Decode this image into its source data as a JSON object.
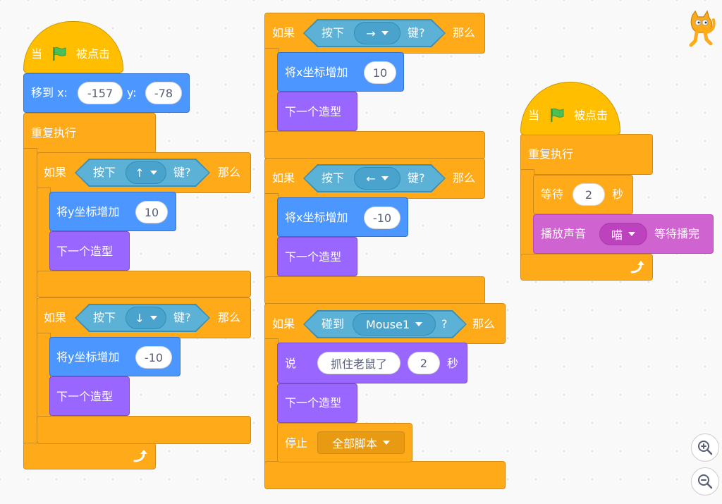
{
  "stack1": {
    "hat": {
      "when": "当",
      "clicked": "被点击"
    },
    "goto": {
      "label": "移到 x:",
      "x": "-157",
      "ylabel": "y:",
      "y": "-78"
    },
    "forever": "重复执行",
    "if1": {
      "if": "如果",
      "press": "按下",
      "key": "↑",
      "key_suffix": "键?",
      "then": "那么",
      "change": "将y坐标增加",
      "value": "10",
      "next": "下一个造型"
    },
    "if2": {
      "if": "如果",
      "press": "按下",
      "key": "↓",
      "key_suffix": "键?",
      "then": "那么",
      "change": "将y坐标增加",
      "value": "-10",
      "next": "下一个造型"
    }
  },
  "stack2": {
    "if1": {
      "if": "如果",
      "press": "按下",
      "key": "→",
      "key_suffix": "键?",
      "then": "那么",
      "change": "将x坐标增加",
      "value": "10",
      "next": "下一个造型"
    },
    "if2": {
      "if": "如果",
      "press": "按下",
      "key": "←",
      "key_suffix": "键?",
      "then": "那么",
      "change": "将x坐标增加",
      "value": "-10",
      "next": "下一个造型"
    },
    "if3": {
      "if": "如果",
      "touch": "碰到",
      "target": "Mouse1",
      "question": "?",
      "then": "那么",
      "say": "说",
      "message": "抓住老鼠了",
      "secs": "2",
      "secs_unit": "秒",
      "next": "下一个造型",
      "stop": "停止",
      "stop_option": "全部脚本"
    }
  },
  "stack3": {
    "hat": {
      "when": "当",
      "clicked": "被点击"
    },
    "forever": "重复执行",
    "wait": {
      "label": "等待",
      "value": "2",
      "unit": "秒"
    },
    "play": {
      "label": "播放声音",
      "sound": "喵",
      "suffix": "等待播完"
    }
  },
  "icons": {
    "flag": "green-flag-icon",
    "loop": "loop-arrow-icon",
    "zoom_in": "zoom-in-icon",
    "zoom_out": "zoom-out-icon",
    "sprite": "cat-sprite-icon"
  },
  "colors": {
    "events": "#ffbf00",
    "control": "#ffab19",
    "motion": "#4c97ff",
    "looks": "#9966ff",
    "sound": "#cf63cf",
    "sensing": "#5cb1d6"
  }
}
